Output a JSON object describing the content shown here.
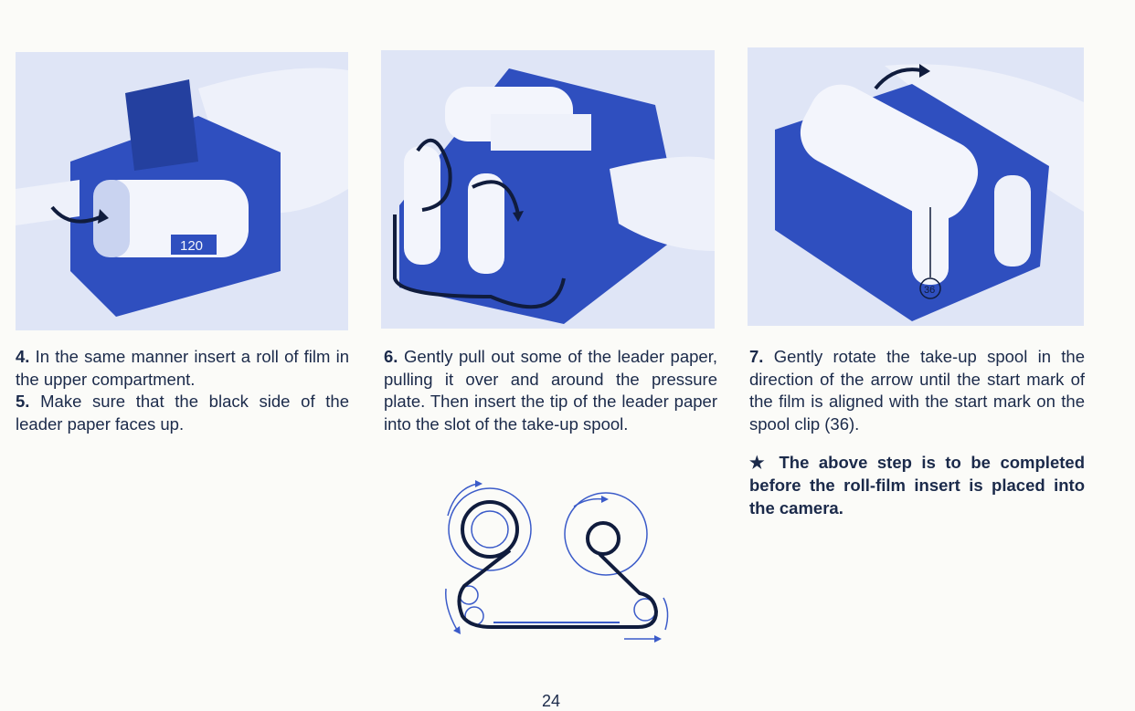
{
  "left_column": {
    "steps": [
      {
        "num": "4.",
        "text": "In the same manner insert a roll of film in the upper compartment."
      },
      {
        "num": "5.",
        "text": "Make sure that the black side of the leader paper faces up."
      }
    ]
  },
  "middle_column": {
    "steps": [
      {
        "num": "6.",
        "text": "Gently pull out some of the leader paper, pulling it over and around the pressure plate. Then insert the tip of the leader paper into the slot of the take-up spool."
      }
    ]
  },
  "right_column": {
    "steps": [
      {
        "num": "7.",
        "text": "Gently rotate the take-up spool in the direction of the arrow until the start mark of the film is aligned with the start mark on the spool clip (36)."
      }
    ],
    "note": "★ The above step is to be completed before the roll-film insert is placed into the camera."
  },
  "photos": {
    "photo1_label": "120",
    "photo3_callout": "36"
  },
  "page_number": "24",
  "colors": {
    "photo_blue": "#2f4fbf",
    "photo_bg": "#dfe5f6",
    "text": "#1b2a4a",
    "diagram_blue": "#3b5bc9"
  }
}
